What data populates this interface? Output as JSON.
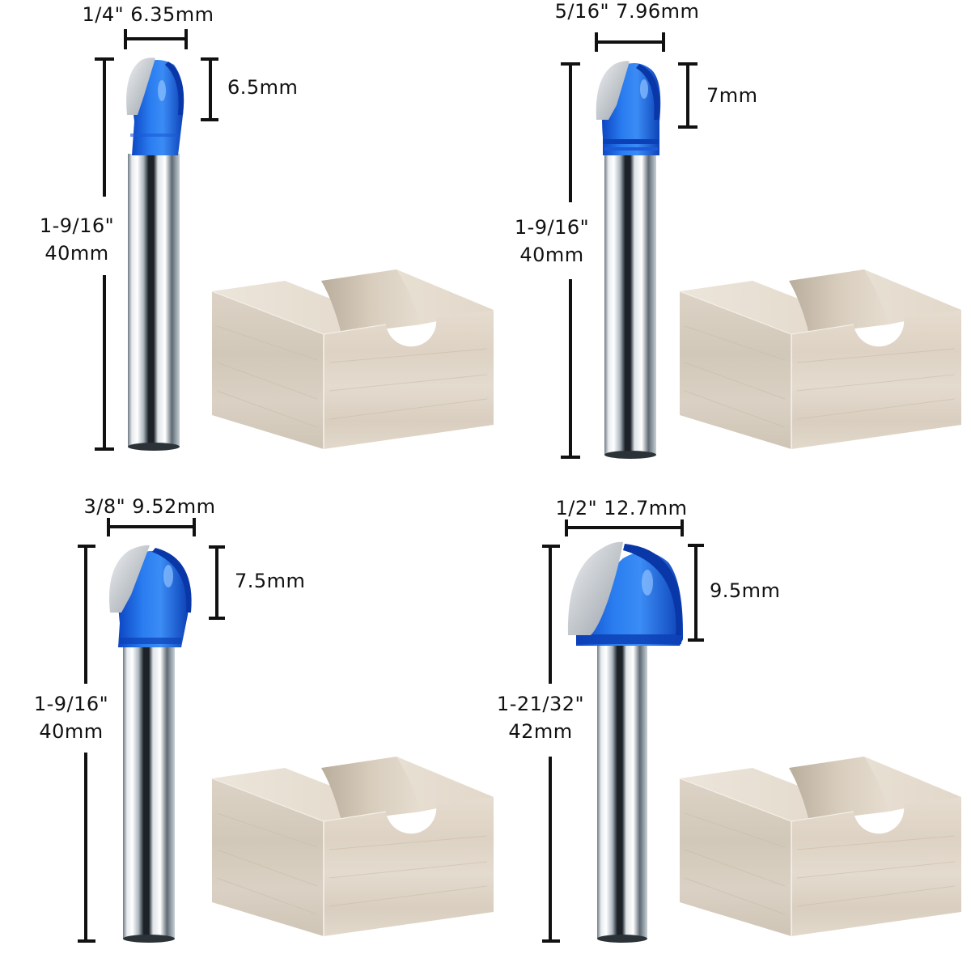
{
  "bits": [
    {
      "id": "quarter-inch",
      "cut_diameter_label": "1/4\"  6.35mm",
      "cut_height_label": "6.5mm",
      "overall_length_in": "1-9/16\"",
      "overall_length_mm": "40mm"
    },
    {
      "id": "five-sixteenth-inch",
      "cut_diameter_label": "5/16\"  7.96mm",
      "cut_height_label": "7mm",
      "overall_length_in": "1-9/16\"",
      "overall_length_mm": "40mm"
    },
    {
      "id": "three-eighth-inch",
      "cut_diameter_label": "3/8\"  9.52mm",
      "cut_height_label": "7.5mm",
      "overall_length_in": "1-9/16\"",
      "overall_length_mm": "40mm"
    },
    {
      "id": "half-inch",
      "cut_diameter_label": "1/2\"  12.7mm",
      "cut_height_label": "9.5mm",
      "overall_length_in": "1-21/32\"",
      "overall_length_mm": "42mm"
    }
  ],
  "colors": {
    "bit_blue": "#1f6fe0",
    "bit_blue_dark": "#0b3fb8",
    "carbide_silver": "#c9ccd1",
    "shank_dark": "#2a3138",
    "wood_front": "#e3d9cb",
    "wood_side": "#d6ccbd",
    "wood_top": "#ece4d8",
    "dimension_line": "#111111"
  }
}
